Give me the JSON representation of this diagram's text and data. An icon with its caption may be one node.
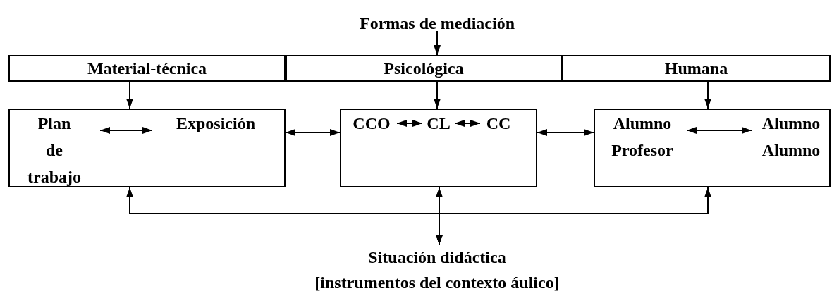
{
  "diagram": {
    "nodes": [
      {
        "text": [
          "Formas de mediación"
        ]
      },
      {
        "text": [
          "Material-técnica"
        ]
      },
      {
        "text": [
          "Psicológica"
        ]
      },
      {
        "text": [
          "Humana"
        ]
      },
      {
        "text": [],
        "shape": "box"
      },
      {
        "text": [
          "Plan de trabajo"
        ],
        "in": 4
      },
      {
        "text": [
          "Exposición"
        ],
        "in": 4
      },
      {
        "text": [],
        "shape": "box"
      },
      {
        "text": [
          "CCO"
        ],
        "in": 7
      },
      {
        "text": [
          "CL"
        ],
        "in": 7
      },
      {
        "text": [
          "CC"
        ],
        "in": 7
      },
      {
        "text": [],
        "shape": "box"
      },
      {
        "text": [
          "Alumno Profesor"
        ],
        "in": 11
      },
      {
        "text": [
          "Alumno Alumno"
        ],
        "in": 11
      },
      {
        "text": [
          "Situación didáctica",
          "[instrumentos del contexto áulico]"
        ]
      }
    ],
    "edges": [
      {
        "from": 0,
        "to": 2,
        "arrow": "to"
      },
      {
        "from": 1,
        "to": 4,
        "arrow": "to"
      },
      {
        "from": 2,
        "to": 7,
        "arrow": "to"
      },
      {
        "from": 3,
        "to": 11,
        "arrow": "to"
      },
      {
        "from": 5,
        "to": 6,
        "arrow": "both"
      },
      {
        "from": 8,
        "to": 9,
        "arrow": "both"
      },
      {
        "from": 9,
        "to": 10,
        "arrow": "both"
      },
      {
        "from": 12,
        "to": 13,
        "arrow": "both"
      },
      {
        "from": 4,
        "to": 7,
        "arrow": "both"
      },
      {
        "from": 7,
        "to": 11,
        "arrow": "both"
      },
      {
        "from": 4,
        "to": 14,
        "arrow": "both"
      },
      {
        "from": 7,
        "to": 14,
        "arrow": "both"
      },
      {
        "from": 11,
        "to": 14,
        "arrow": "both"
      }
    ]
  }
}
